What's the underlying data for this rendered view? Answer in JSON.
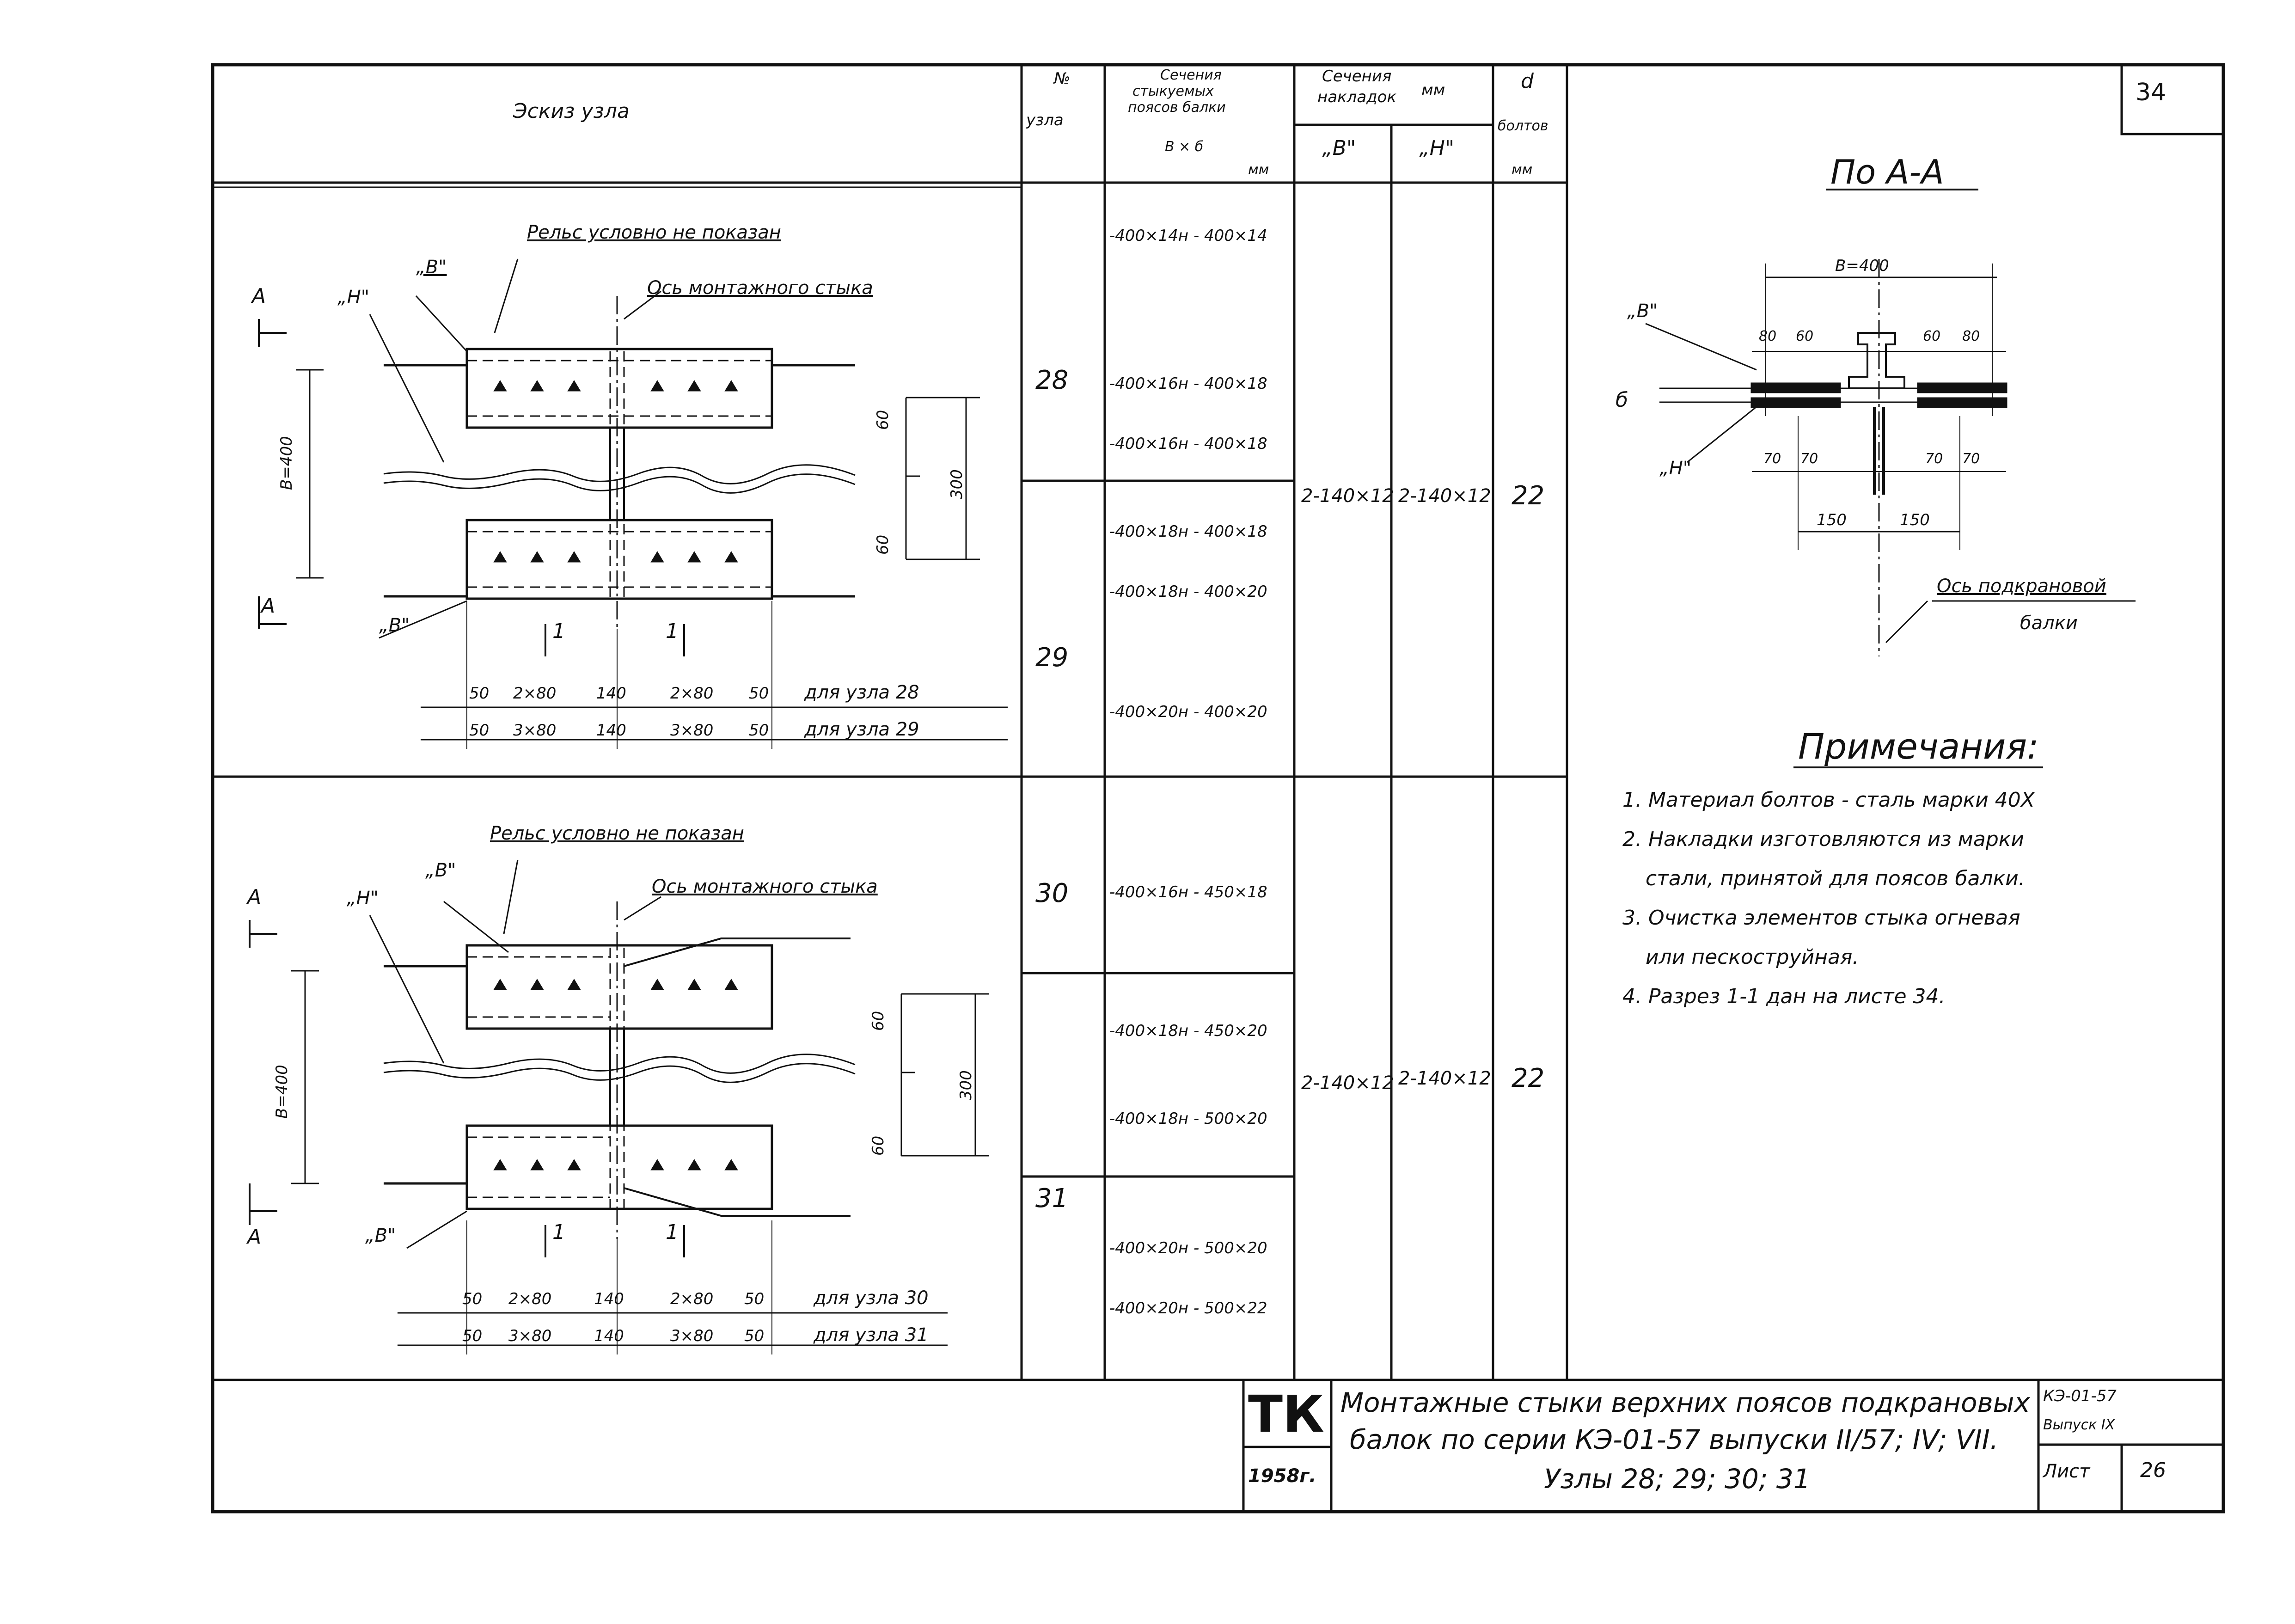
{
  "sheet_number": "34",
  "table_headers": {
    "sketch": "Эскиз узла",
    "node_no": [
      "№",
      "узла"
    ],
    "chord_sections": [
      "Сечения",
      "стыкуемых",
      "поясов балки",
      "В × б",
      "мм"
    ],
    "plates_sections": [
      "Сечения",
      "накладок",
      "мм"
    ],
    "plate_top": "„В\"",
    "plate_bottom": "„Н\"",
    "bolt_d": [
      "d",
      "болтов",
      "мм"
    ]
  },
  "rows": [
    {
      "node": "28",
      "sections": [
        "-400×14н - 400×14",
        "-400×16н - 400×18",
        "-400×16н - 400×18"
      ]
    },
    {
      "node": "29",
      "sections": [
        "-400×18н - 400×18",
        "-400×18н - 400×20",
        "-400×20н - 400×20"
      ]
    },
    {
      "node": "30",
      "sections": [
        "-400×16н - 450×18"
      ]
    },
    {
      "node": "31",
      "sections": [
        "-400×18н - 450×20",
        "-400×18н - 500×20",
        "-400×20н - 500×20",
        "-400×20н - 500×22"
      ]
    }
  ],
  "plates": {
    "group1": {
      "top": "2-140×12",
      "bottom": "2-140×12",
      "bolt": "22"
    },
    "group2": {
      "top": "2-140×12",
      "bottom": "2-140×12",
      "bolt": "22"
    }
  },
  "sketch1": {
    "rail_note": "Рельс условно не показан",
    "axis_note": "Ось монтажного стыка",
    "label_n": "„Н\"",
    "label_v": "„В\"",
    "label_v2": "„В\"",
    "label_a": "А",
    "label_a2": "А",
    "width": "В=400",
    "dim_300": "300",
    "dim_60a": "60",
    "dim_60b": "60",
    "section_mark": "1",
    "row28": [
      "50",
      "2×80",
      "140",
      "2×80",
      "50"
    ],
    "row28_label": "для узла 28",
    "row29": [
      "50",
      "3×80",
      "140",
      "3×80",
      "50"
    ],
    "row29_label": "для узла 29"
  },
  "sketch2": {
    "rail_note": "Рельс условно не показан",
    "axis_note": "Ось монтажного стыка",
    "label_n": "„Н\"",
    "label_v": "„В\"",
    "label_v2": "„В\"",
    "label_a": "А",
    "label_a2": "А",
    "width": "В=400",
    "dim_300": "300",
    "dim_60a": "60",
    "dim_60b": "60",
    "section_mark": "1",
    "row30": [
      "50",
      "2×80",
      "140",
      "2×80",
      "50"
    ],
    "row30_label": "для узла 30",
    "row31": [
      "50",
      "3×80",
      "140",
      "3×80",
      "50"
    ],
    "row31_label": "для узла 31"
  },
  "section_aa": {
    "title": "По А-А",
    "width": "В=400",
    "label_v": "„В\"",
    "label_n": "„Н\"",
    "label_b": "б",
    "top_dims": [
      "80",
      "60",
      "60",
      "80"
    ],
    "bottom_dims": [
      "70",
      "70",
      "70",
      "70"
    ],
    "dims_150": [
      "150",
      "150"
    ],
    "axis_note": [
      "Ось подкрановой",
      "балки"
    ]
  },
  "notes": {
    "title": "Примечания:",
    "lines": [
      "1. Материал болтов - сталь марки 40Х",
      "2. Накладки изготовляются из марки",
      "стали, принятой для поясов балки.",
      "3. Очистка элементов стыка огневая",
      "или пескоструйная.",
      "4. Разрез 1-1 дан на листе 34."
    ]
  },
  "title_block": {
    "org": "ТК",
    "year": "1958г.",
    "title_lines": [
      "Монтажные стыки верхних поясов подкрановых",
      "балок по серии КЭ-01-57 выпуски II/57; IV; VII.",
      "Узлы 28; 29; 30; 31"
    ],
    "series": "КЭ-01-57",
    "issue_label": "Выпуск IX",
    "sheet_label": "Лист",
    "sheet_no": "26"
  }
}
